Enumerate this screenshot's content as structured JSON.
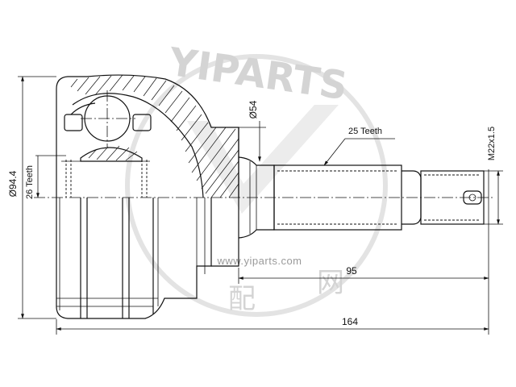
{
  "drawing": {
    "dimensions": {
      "outer_diameter": "Ø94.4",
      "inner_spline": "26 Teeth",
      "seal_diameter": "Ø54",
      "shaft_spline": "25 Teeth",
      "thread": "M22x1.5",
      "shaft_length": "95",
      "overall_length": "164"
    },
    "watermark": {
      "brand": "YIPARTS",
      "url": "www.yiparts.com",
      "chars": [
        "配",
        "网"
      ]
    }
  }
}
